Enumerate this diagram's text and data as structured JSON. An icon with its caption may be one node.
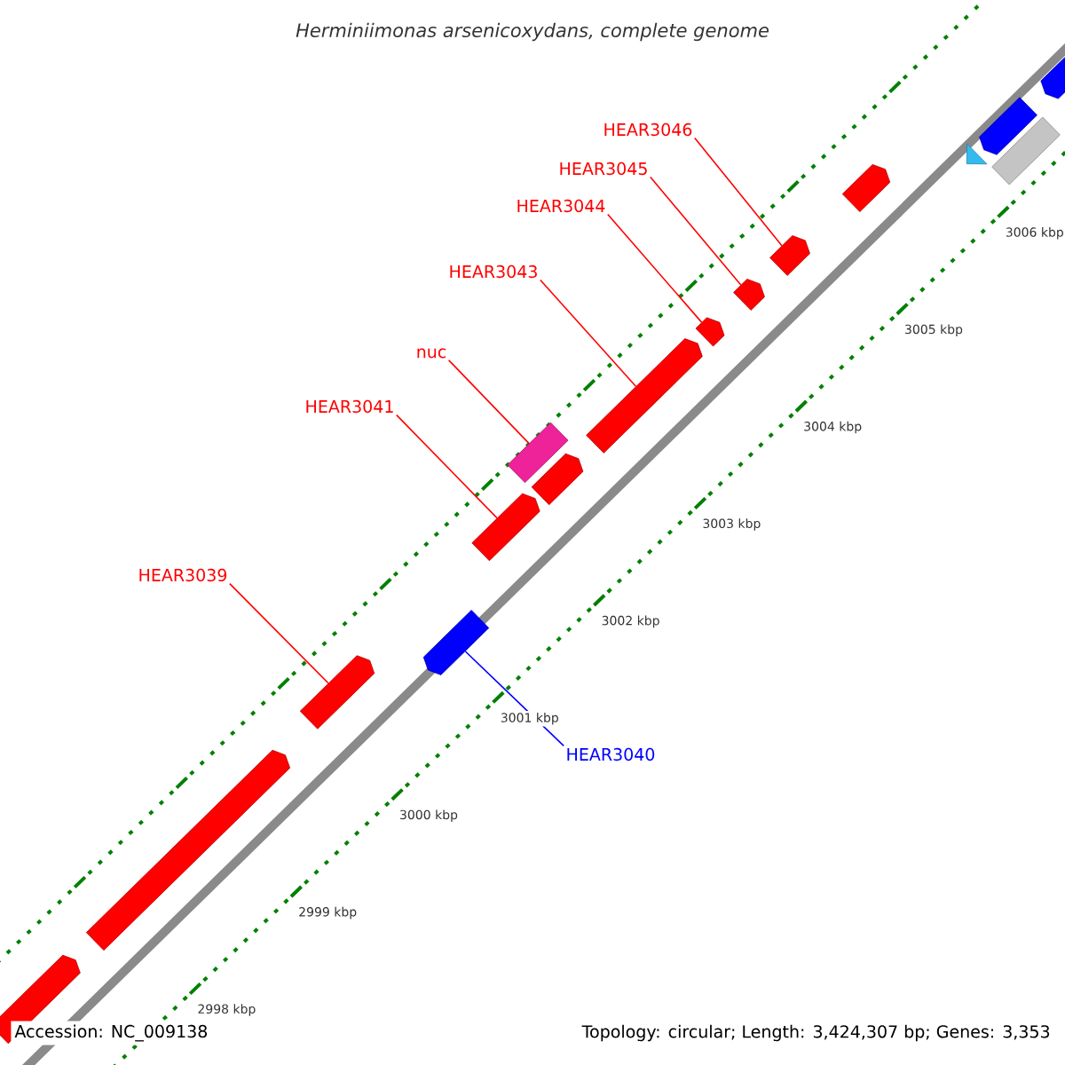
{
  "diagram": {
    "title": "Herminiimonas arsenicoxydans, complete genome",
    "nodes": [
      {
        "text": [
          "HEAR3046"
        ]
      },
      {
        "text": [
          "HEAR3045"
        ]
      },
      {
        "text": [
          "HEAR3044"
        ]
      },
      {
        "text": [
          "HEAR3043"
        ]
      },
      {
        "text": [
          "nuc"
        ]
      },
      {
        "text": [
          "HEAR3041"
        ]
      },
      {
        "text": [
          "HEAR3039"
        ]
      },
      {
        "text": [
          "HEAR3040"
        ]
      },
      {
        "text": [],
        "shape": "bar"
      },
      {
        "text": [],
        "shape": "bar"
      },
      {
        "text": [],
        "shape": "bar"
      },
      {
        "text": [],
        "shape": "bar"
      },
      {
        "text": [],
        "shape": "bar"
      },
      {
        "text": [],
        "shape": "box"
      },
      {
        "text": [],
        "shape": "bar"
      },
      {
        "text": [],
        "shape": "bar"
      },
      {
        "text": [],
        "shape": "bar"
      },
      {
        "text": [],
        "shape": "bar"
      },
      {
        "text": [],
        "shape": "bar"
      },
      {
        "text": [],
        "shape": "bar"
      },
      {
        "text": [],
        "shape": "triangle"
      },
      {
        "text": [],
        "shape": "bar"
      },
      {
        "text": [],
        "shape": "box"
      },
      {
        "text": [],
        "shape": "bar"
      }
    ],
    "edges": [
      {
        "from": 0,
        "to": 18,
        "arrow": "none"
      },
      {
        "from": 1,
        "to": 17,
        "arrow": "none"
      },
      {
        "from": 2,
        "to": 16,
        "arrow": "none"
      },
      {
        "from": 3,
        "to": 15,
        "arrow": "none"
      },
      {
        "from": 4,
        "to": 13,
        "arrow": "none"
      },
      {
        "from": 5,
        "to": 12,
        "arrow": "none"
      },
      {
        "from": 6,
        "to": 10,
        "arrow": "none"
      },
      {
        "from": 7,
        "to": 11,
        "arrow": "none",
        "color": "#0000ff"
      }
    ],
    "labels": [
      "3006 kbp",
      "3005 kbp",
      "3004 kbp",
      "3003 kbp",
      "3002 kbp",
      "3001 kbp",
      "3000 kbp",
      "2999 kbp",
      "2998 kbp",
      "Accession: NC_009138",
      "Topology: circular; Length: 3,424,307 bp; Genes: 3,353"
    ]
  }
}
